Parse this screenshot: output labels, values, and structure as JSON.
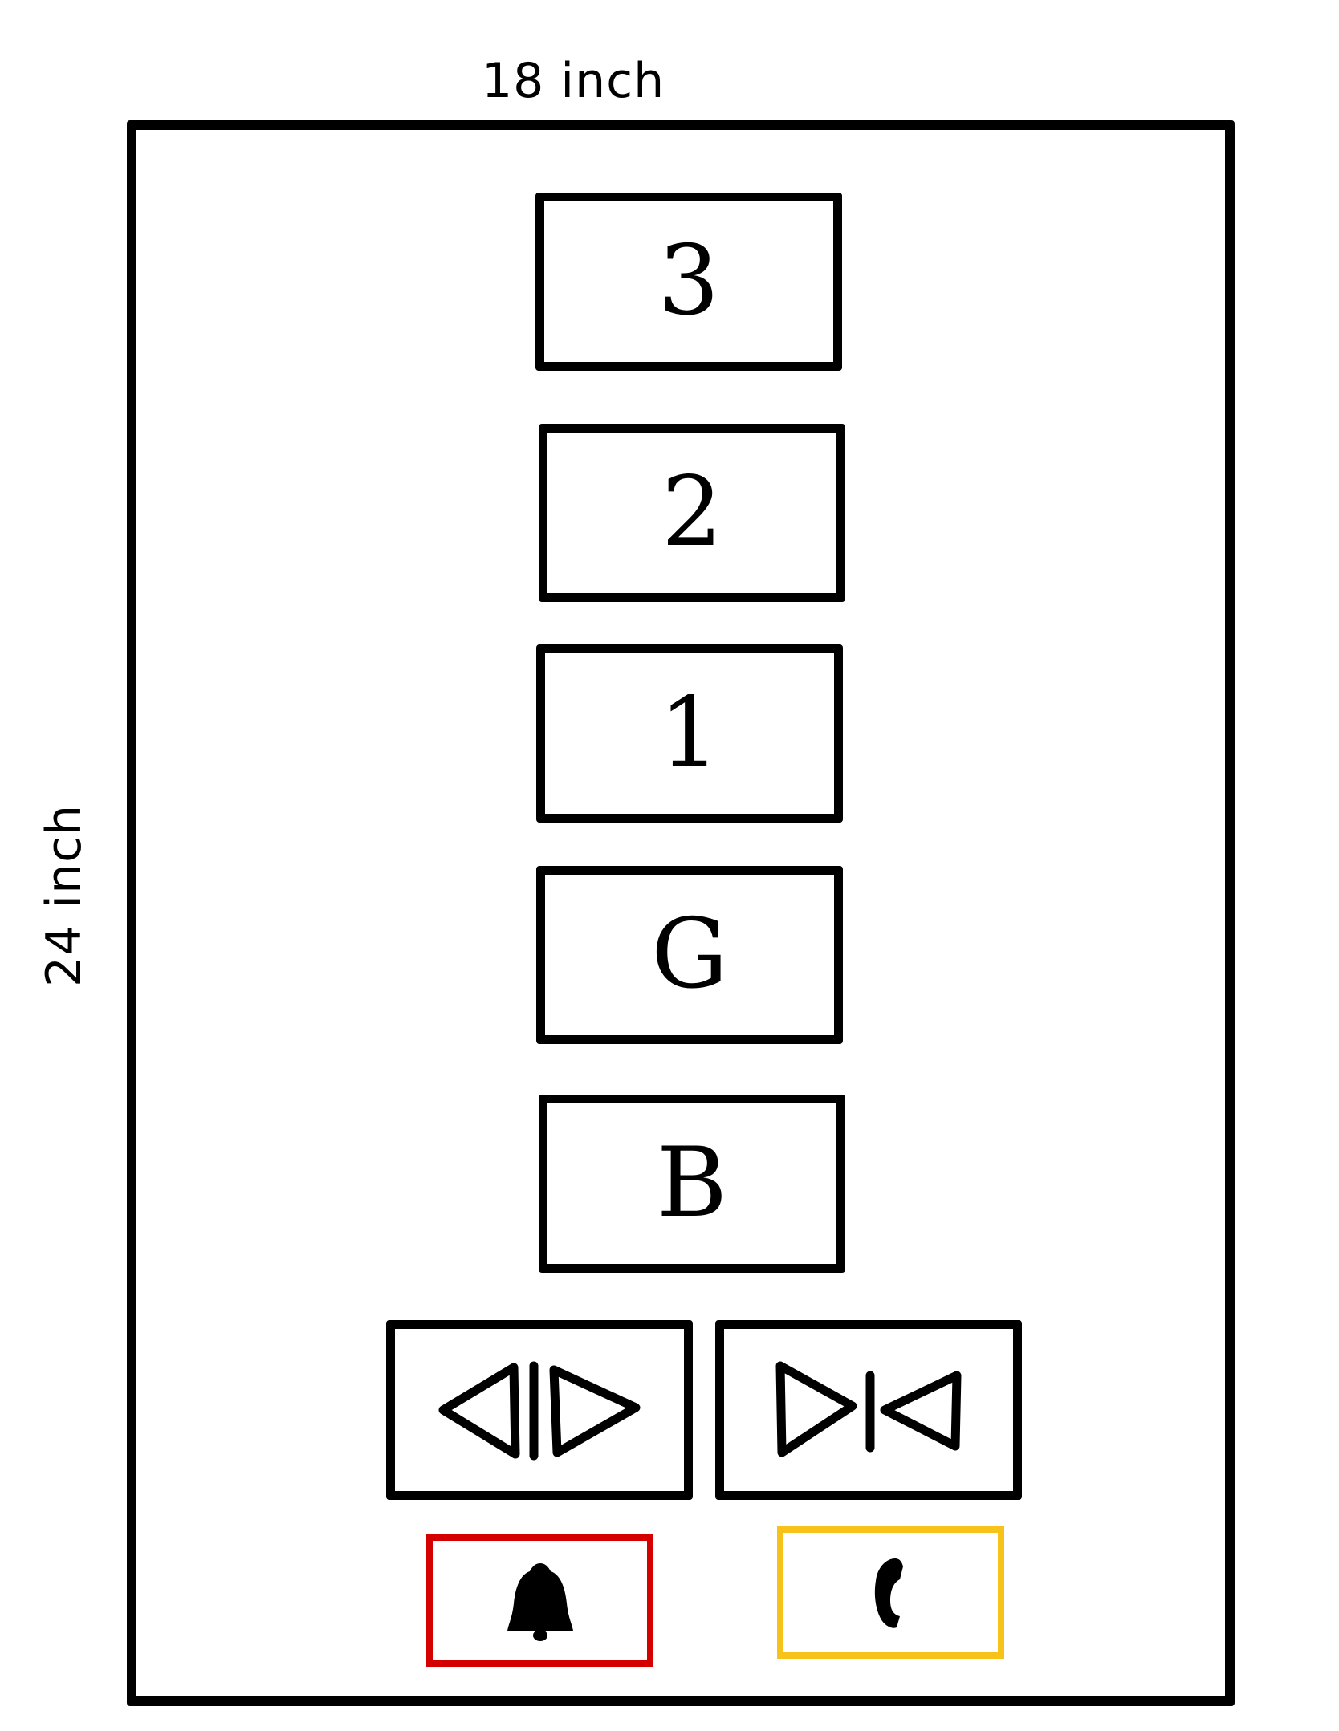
{
  "dimensions": {
    "width_label": "18 inch",
    "height_label": "24 inch"
  },
  "floor_buttons": [
    {
      "label": "3"
    },
    {
      "label": "2"
    },
    {
      "label": "1"
    },
    {
      "label": "G"
    },
    {
      "label": "B"
    }
  ],
  "door_buttons": [
    {
      "icon": "door-open-icon"
    },
    {
      "icon": "door-close-icon"
    }
  ],
  "emergency_buttons": [
    {
      "icon": "alarm-bell-icon",
      "border_color": "#d40000"
    },
    {
      "icon": "phone-icon",
      "border_color": "#f7c31a"
    }
  ]
}
